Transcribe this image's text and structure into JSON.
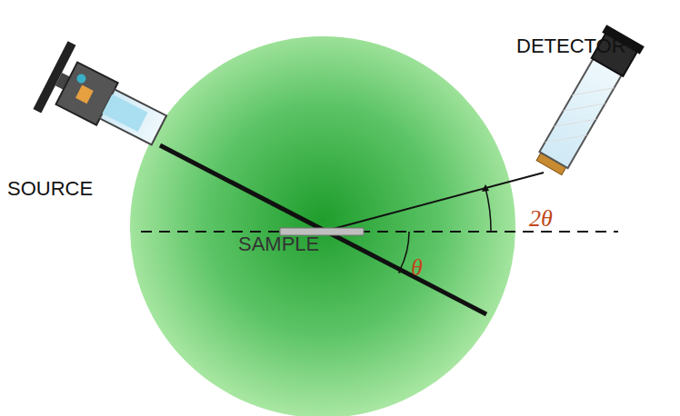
{
  "diagram": {
    "labels": [
      "SOURCE",
      "DETECTOR",
      "SAMPLE",
      "2θ",
      "θ"
    ]
  }
}
